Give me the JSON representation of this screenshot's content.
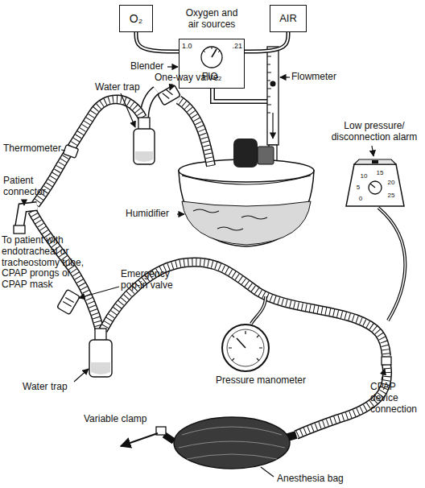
{
  "diagram": {
    "nodes": [
      {
        "text": [
          "O₂"
        ]
      },
      {
        "text": [
          "AIR"
        ]
      },
      {
        "text": [
          "1.0",
          ".21",
          "FIO₂"
        ]
      },
      {
        "text": [
          "10",
          "15",
          "5",
          "20",
          "0",
          "25"
        ]
      }
    ],
    "edges": [
      {
        "from": 0,
        "to": 2,
        "arrow": "none"
      },
      {
        "from": 1,
        "to": 2,
        "arrow": "none"
      }
    ],
    "labels": [
      "Oxygen and air sources",
      "Blender",
      "Flowmeter",
      "One-way valve",
      "Water trap",
      "Thermometer",
      "Humidifier",
      "Patient connector",
      "To patient with endotracheal or tracheostomy tube, CPAP prongs or CPAP mask",
      "Low pressure/ disconnection alarm",
      "Emergency pop-in valve",
      "Pressure manometer",
      "Water trap",
      "CPAP device connection",
      "Variable clamp",
      "Anesthesia bag"
    ]
  }
}
